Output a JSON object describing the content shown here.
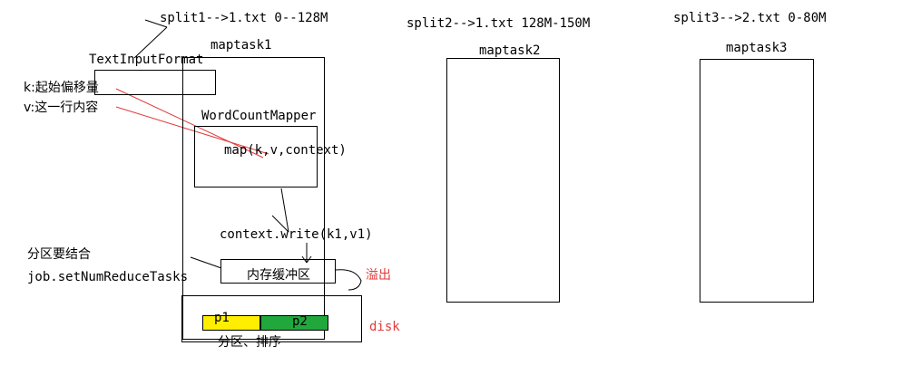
{
  "splits": {
    "split1": "split1-->1.txt 0--128M",
    "split2": "split2-->1.txt 128M-150M",
    "split3": "split3-->2.txt 0-80M"
  },
  "maptasks": {
    "maptask1": "maptask1",
    "maptask2": "maptask2",
    "maptask3": "maptask3"
  },
  "labels": {
    "text_input_format": "TextInputFormat",
    "k_label": "k:起始偏移量",
    "v_label": "v:这一行内容",
    "word_count_mapper": "WordCountMapper",
    "map_call": "map(k,v,context)",
    "context_write": "context.write(k1,v1)",
    "partition_note": "分区要结合",
    "set_num_reduce": "job.setNumReduceTasks",
    "memory_buffer": "内存缓冲区",
    "spill": "溢出",
    "disk": "disk",
    "p1": "p1",
    "p2": "p2",
    "partition_sort": "分区、排序"
  },
  "colors": {
    "line": "#000000",
    "annotation_red": "#e23a3a",
    "p1_fill": "#ffee00",
    "p2_fill": "#21a83c"
  }
}
